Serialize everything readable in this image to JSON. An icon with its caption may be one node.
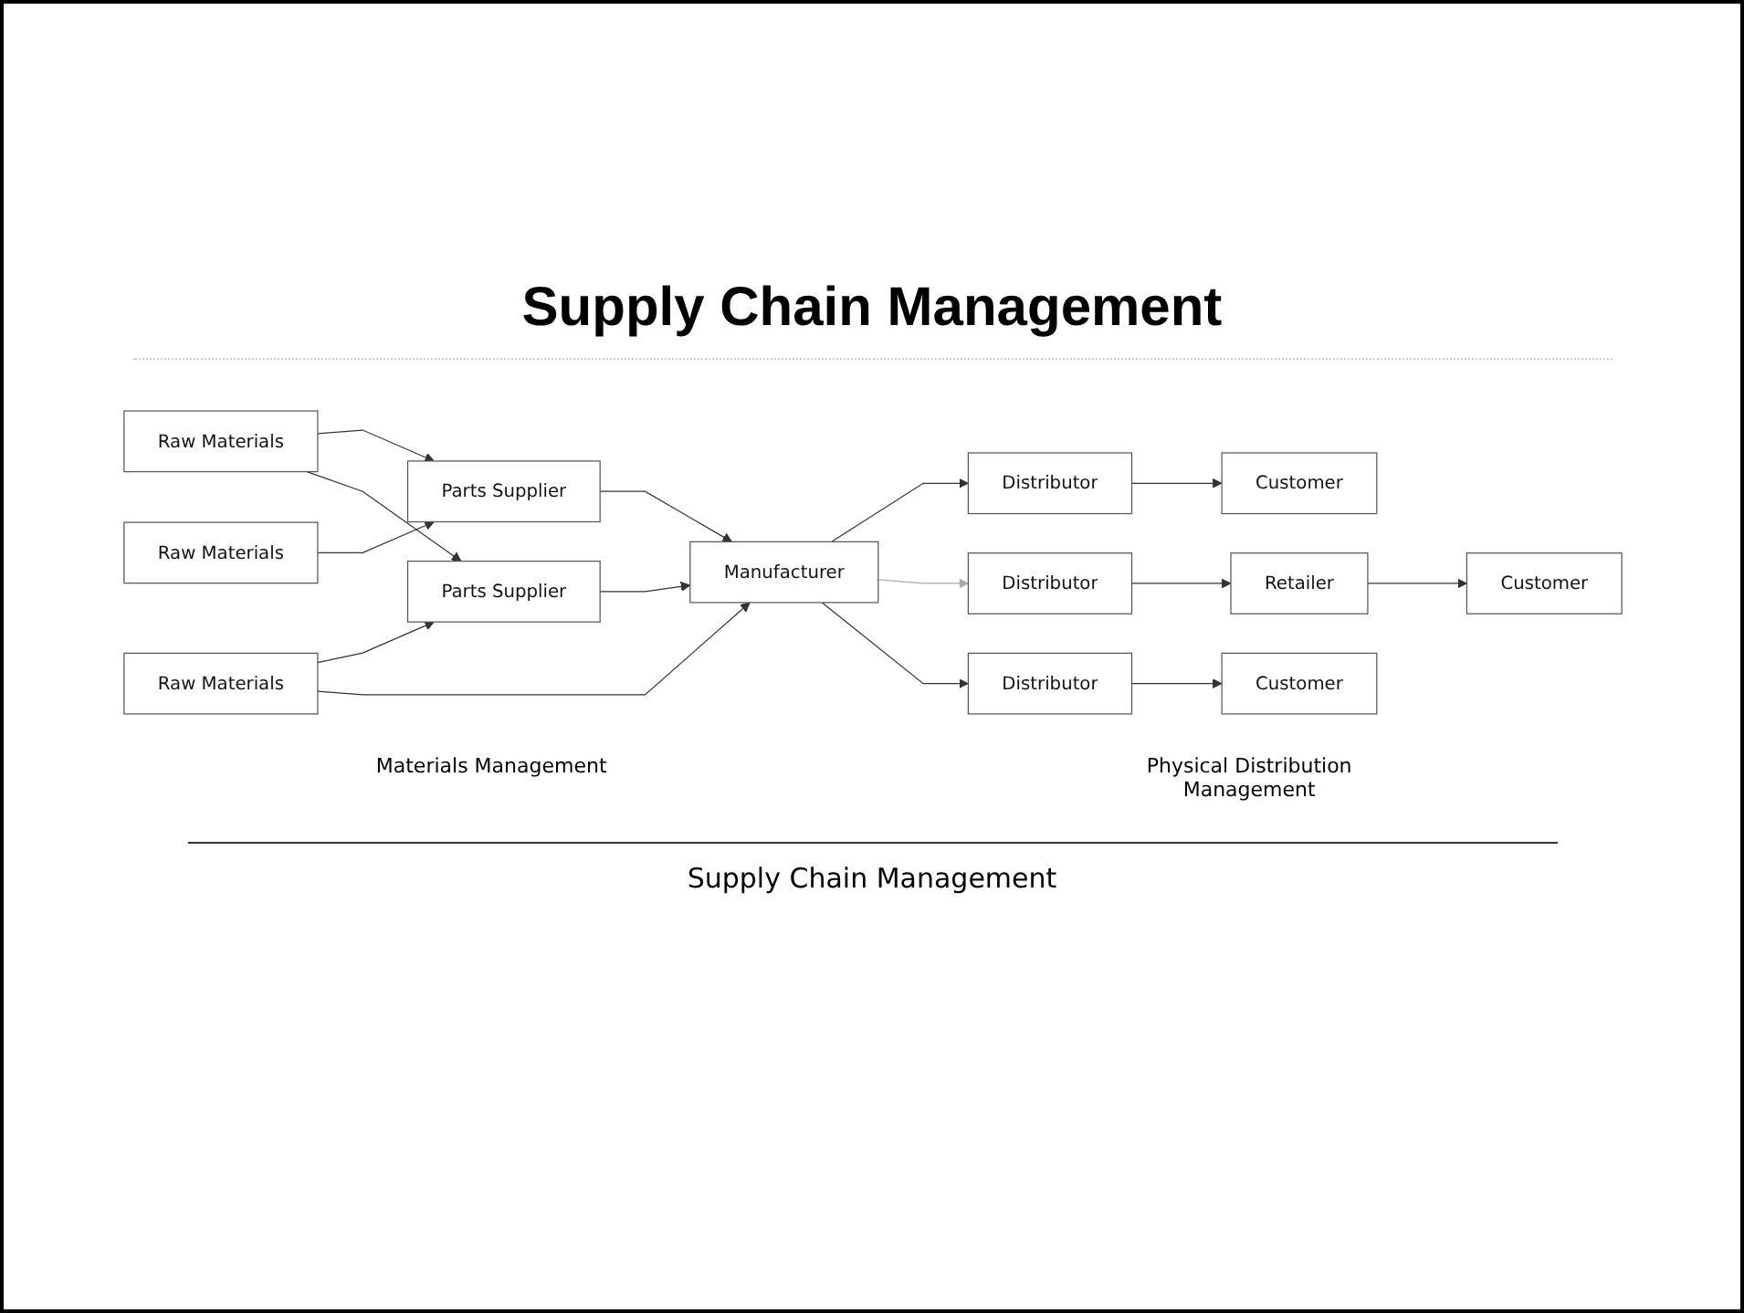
{
  "diagram": {
    "title": "Supply Chain Management",
    "nodes": [
      {
        "text": [
          "Raw Materials"
        ]
      },
      {
        "text": [
          "Raw Materials"
        ]
      },
      {
        "text": [
          "Raw Materials"
        ]
      },
      {
        "text": [
          "Parts Supplier"
        ]
      },
      {
        "text": [
          "Parts Supplier"
        ]
      },
      {
        "text": [
          "Manufacturer"
        ]
      },
      {
        "text": [
          "Distributor"
        ]
      },
      {
        "text": [
          "Customer"
        ]
      },
      {
        "text": [
          "Distributor"
        ]
      },
      {
        "text": [
          "Retailer"
        ]
      },
      {
        "text": [
          "Customer"
        ]
      },
      {
        "text": [
          "Distributor"
        ]
      },
      {
        "text": [
          "Customer"
        ]
      }
    ],
    "edges": [
      {
        "from": 0,
        "to": 3,
        "arrow": "to"
      },
      {
        "from": 0,
        "to": 4,
        "arrow": "to"
      },
      {
        "from": 1,
        "to": 3,
        "arrow": "to"
      },
      {
        "from": 2,
        "to": 4,
        "arrow": "to"
      },
      {
        "from": 2,
        "to": 5,
        "arrow": "to"
      },
      {
        "from": 3,
        "to": 5,
        "arrow": "to"
      },
      {
        "from": 4,
        "to": 5,
        "arrow": "to"
      },
      {
        "from": 5,
        "to": 6,
        "arrow": "to"
      },
      {
        "from": 5,
        "to": 8,
        "arrow": "to",
        "color": "#aaaaaa"
      },
      {
        "from": 5,
        "to": 11,
        "arrow": "to"
      },
      {
        "from": 6,
        "to": 7,
        "arrow": "to"
      },
      {
        "from": 8,
        "to": 9,
        "arrow": "to"
      },
      {
        "from": 9,
        "to": 10,
        "arrow": "to"
      },
      {
        "from": 11,
        "to": 12,
        "arrow": "to"
      }
    ],
    "labels": [
      "Materials Management",
      "Physical Distribution Management",
      "Supply Chain Management"
    ]
  }
}
